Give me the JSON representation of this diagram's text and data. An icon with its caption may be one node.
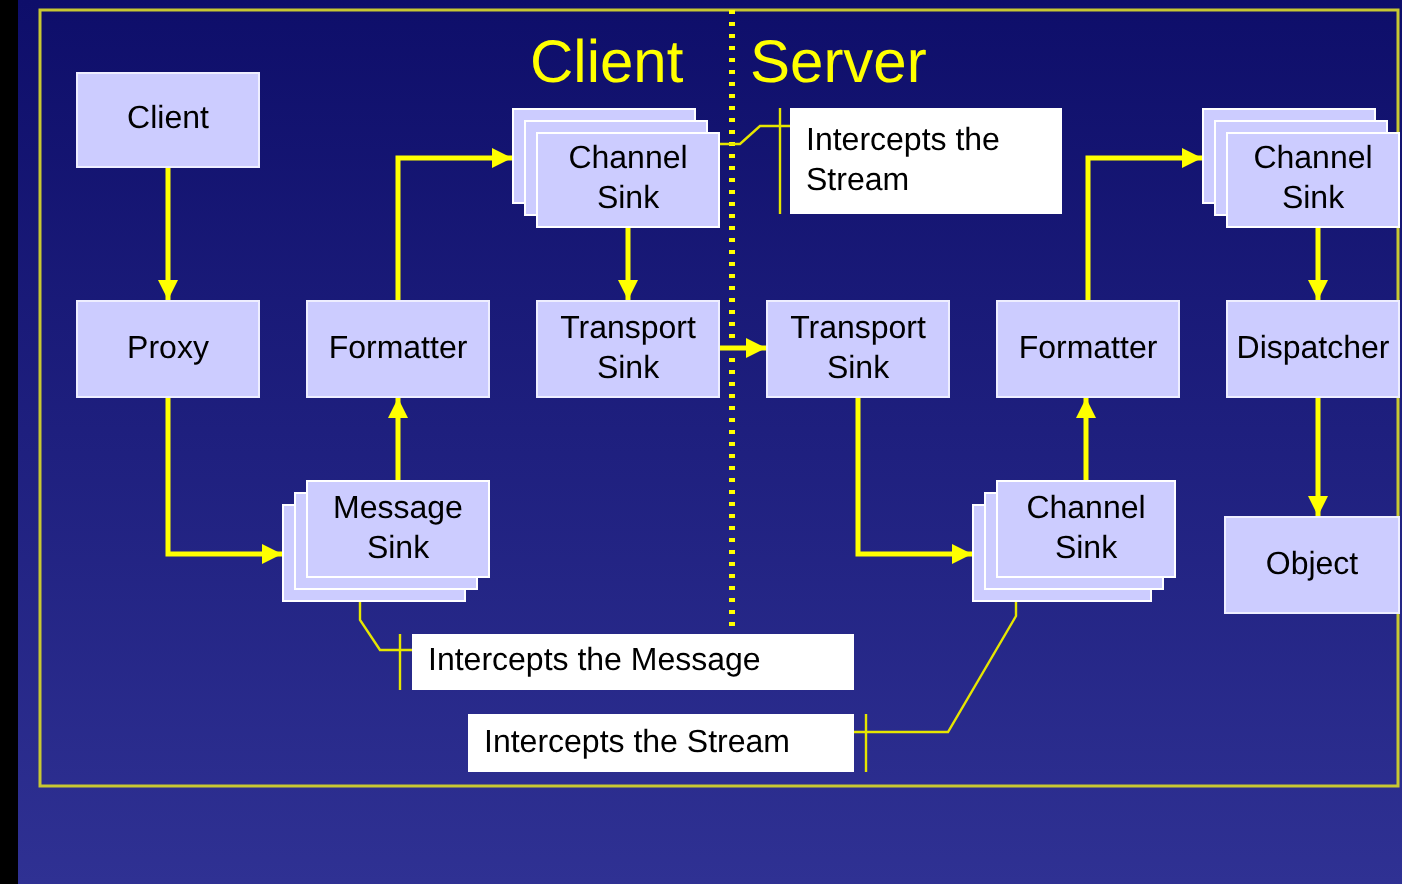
{
  "diagram": {
    "nodes": [
      {
        "text": [
          "Client"
        ]
      },
      {
        "text": [
          "Channel Sink"
        ]
      },
      {
        "text": [
          "Intercepts the Stream"
        ]
      },
      {
        "text": [
          "Channel Sink"
        ]
      },
      {
        "text": [
          "Proxy"
        ]
      },
      {
        "text": [
          "Formatter"
        ]
      },
      {
        "text": [
          "Transport Sink"
        ]
      },
      {
        "text": [
          "Transport Sink"
        ]
      },
      {
        "text": [
          "Formatter"
        ]
      },
      {
        "text": [
          "Dispatcher"
        ]
      },
      {
        "text": [
          "Message Sink"
        ]
      },
      {
        "text": [
          "Channel Sink"
        ]
      },
      {
        "text": [
          "Object"
        ]
      },
      {
        "text": [
          "Intercepts the Message"
        ]
      },
      {
        "text": [
          "Intercepts the Stream"
        ]
      }
    ],
    "edges": [
      {
        "from": 0,
        "to": 4,
        "arrow": "to"
      },
      {
        "from": 4,
        "to": 10,
        "arrow": "to"
      },
      {
        "from": 10,
        "to": 5,
        "arrow": "to"
      },
      {
        "from": 5,
        "to": 1,
        "arrow": "to"
      },
      {
        "from": 1,
        "to": 6,
        "arrow": "to"
      },
      {
        "from": 6,
        "to": 7,
        "arrow": "to"
      },
      {
        "from": 7,
        "to": 11,
        "arrow": "to"
      },
      {
        "from": 11,
        "to": 8,
        "arrow": "to"
      },
      {
        "from": 8,
        "to": 3,
        "arrow": "to"
      },
      {
        "from": 3,
        "to": 9,
        "arrow": "to"
      },
      {
        "from": 9,
        "to": 12,
        "arrow": "to"
      },
      {
        "from": 2,
        "to": 1,
        "arrow": "none"
      },
      {
        "from": 13,
        "to": 10,
        "arrow": "none"
      },
      {
        "from": 14,
        "to": 11,
        "arrow": "none"
      }
    ],
    "labels": [
      "Client",
      "Server"
    ]
  }
}
